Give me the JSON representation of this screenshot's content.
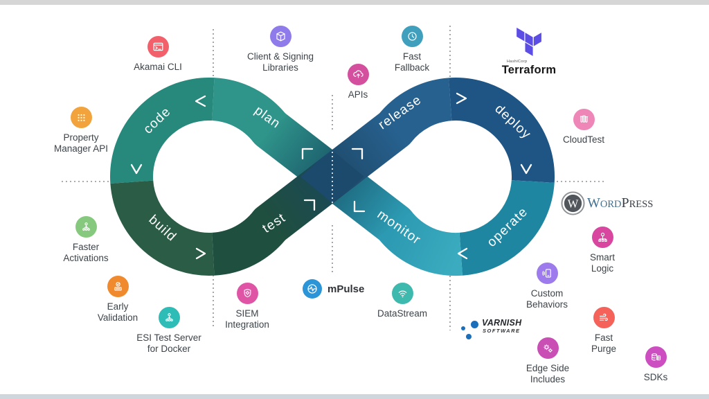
{
  "loop": {
    "crossing_color": "#1C4A6D",
    "segments": [
      {
        "id": "code",
        "label": "code",
        "color": "#26897B"
      },
      {
        "id": "plan",
        "label": "plan",
        "color": "#2F948A"
      },
      {
        "id": "release",
        "label": "release",
        "color": "#27618F"
      },
      {
        "id": "deploy",
        "label": "deploy",
        "color": "#1E5584"
      },
      {
        "id": "build",
        "label": "build",
        "color": "#2B5C46"
      },
      {
        "id": "test",
        "label": "test",
        "color": "#1F4F3E"
      },
      {
        "id": "monitor",
        "label": "monitor",
        "color": "#2C9AB2"
      },
      {
        "id": "operate",
        "label": "operate",
        "color": "#1F86A2"
      }
    ]
  },
  "items": [
    {
      "id": "akamai-cli",
      "line1": "Akamai CLI",
      "line2": "",
      "icon": "terminal-icon",
      "color": "#F2606B"
    },
    {
      "id": "property-manager-api",
      "line1": "Property",
      "line2": "Manager API",
      "icon": "dots-grid-icon",
      "color": "#F2A33C"
    },
    {
      "id": "client-signing-libraries",
      "line1": "Client & Signing",
      "line2": "Libraries",
      "icon": "package-icon",
      "color": "#8F7BEA"
    },
    {
      "id": "apis",
      "line1": "APIs",
      "line2": "",
      "icon": "cloud-upload-icon",
      "color": "#D44F9E"
    },
    {
      "id": "fast-fallback",
      "line1": "Fast",
      "line2": "Fallback",
      "icon": "clock-icon",
      "color": "#3F9FBC"
    },
    {
      "id": "cloudtest",
      "line1": "CloudTest",
      "line2": "",
      "icon": "test-tubes-icon",
      "color": "#EF86B8"
    },
    {
      "id": "smart-logic",
      "line1": "Smart",
      "line2": "Logic",
      "icon": "sitemap-icon",
      "color": "#D9469F"
    },
    {
      "id": "custom-behaviors",
      "line1": "Custom",
      "line2": "Behaviors",
      "icon": "phone-wave-icon",
      "color": "#9D7BEC"
    },
    {
      "id": "fast-purge",
      "line1": "Fast",
      "line2": "Purge",
      "icon": "wind-icon",
      "color": "#F4625A"
    },
    {
      "id": "edge-side-includes",
      "line1": "Edge Side",
      "line2": "Includes",
      "icon": "gears-icon",
      "color": "#C94FB4"
    },
    {
      "id": "sdks",
      "line1": "SDKs",
      "line2": "",
      "icon": "data-stack-icon",
      "color": "#CD4EC0"
    },
    {
      "id": "siem-integration",
      "line1": "SIEM",
      "line2": "Integration",
      "icon": "shield-gear-icon",
      "color": "#E054A6"
    },
    {
      "id": "mpulse",
      "line1": "mPulse",
      "line2": "",
      "icon": "pulse-icon",
      "color": "#2C95D8"
    },
    {
      "id": "datastream",
      "line1": "DataStream",
      "line2": "",
      "icon": "wifi-icon",
      "color": "#3EB9AE"
    },
    {
      "id": "faster-activations",
      "line1": "Faster",
      "line2": "Activations",
      "icon": "branch-icon",
      "color": "#86C97E"
    },
    {
      "id": "early-validation",
      "line1": "Early",
      "line2": "Validation",
      "icon": "check-keyboard-icon",
      "color": "#F08A2E"
    },
    {
      "id": "esi-test-server",
      "line1": "ESI Test Server",
      "line2": "for Docker",
      "icon": "branch-icon",
      "color": "#2DBDB6"
    }
  ],
  "logos": {
    "terraform": {
      "company": "HashiCorp",
      "product": "Terraform",
      "color": "#5C4EE5"
    },
    "wordpress": {
      "mark": "W",
      "w": "W",
      "ord": "ORD",
      "p": "P",
      "ress": "RESS",
      "name": "WordPress"
    },
    "varnish": {
      "name": "VARNISH",
      "sub": "SOFTWARE",
      "dot_color": "#1B6FBA"
    }
  }
}
